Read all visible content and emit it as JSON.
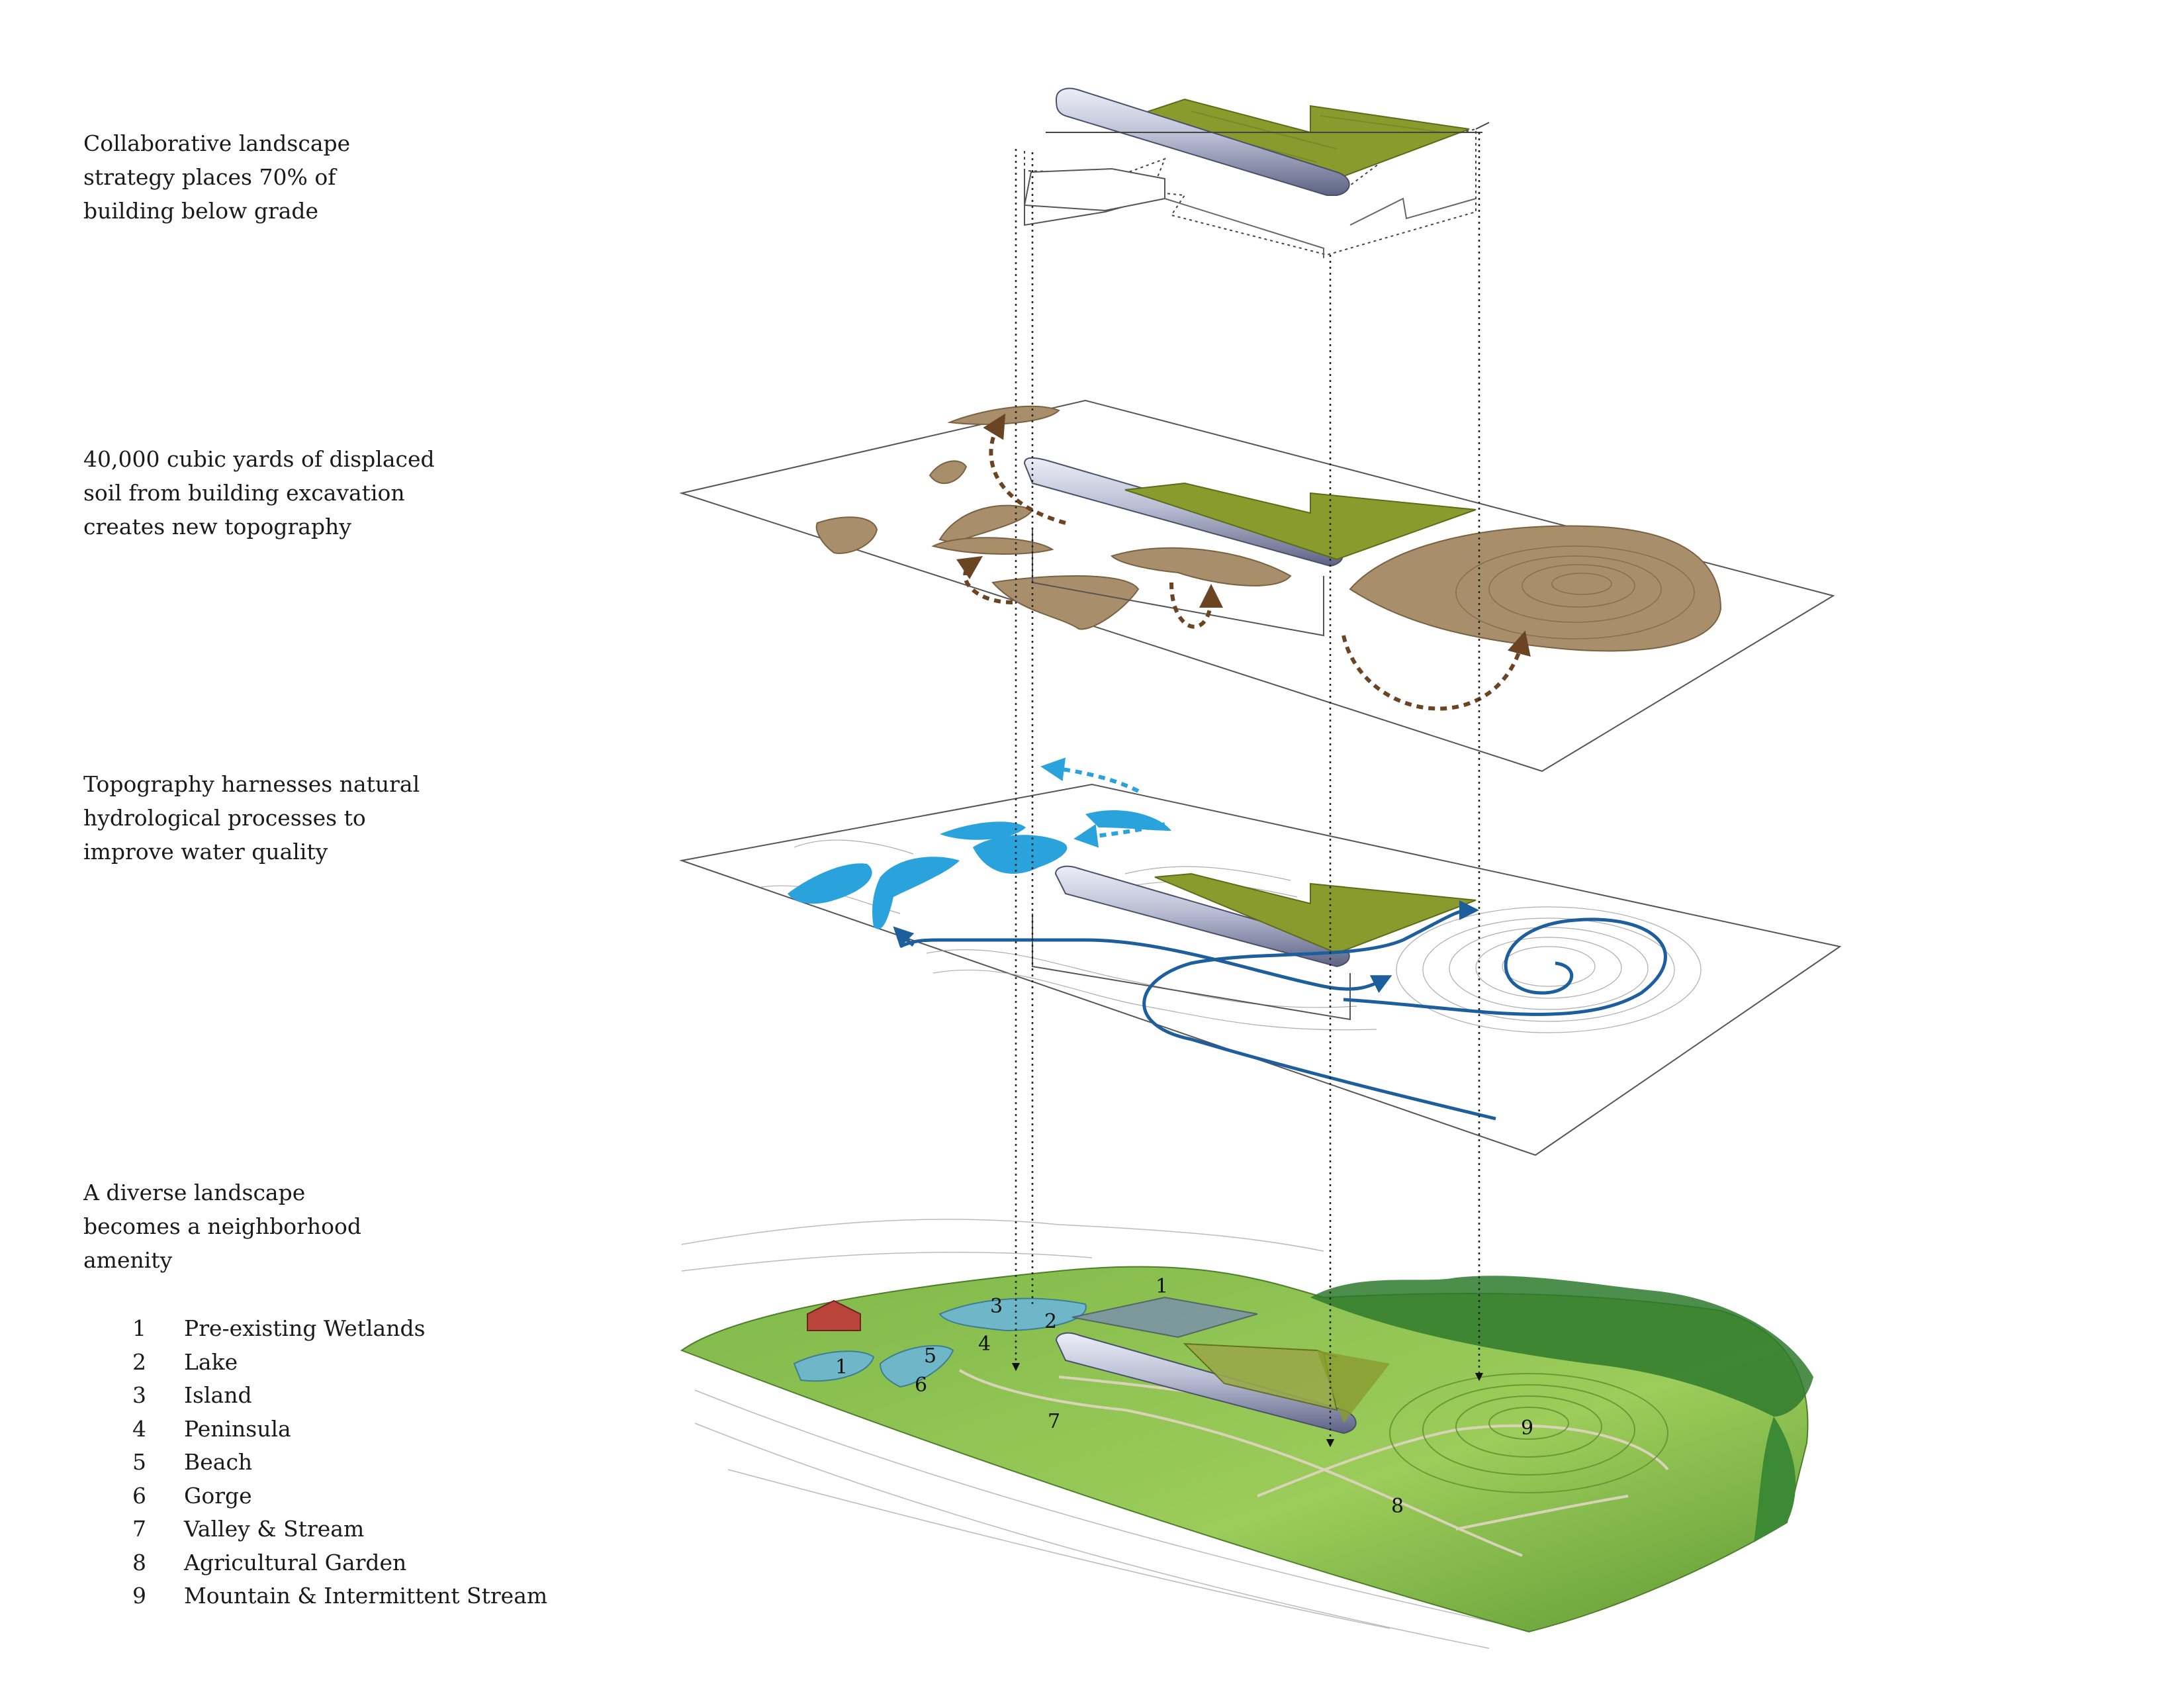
{
  "captions": {
    "building": [
      "Collaborative landscape",
      "strategy places 70% of",
      "building below grade"
    ],
    "soil": [
      "40,000 cubic yards of displaced",
      "soil from building  excavation",
      "creates new topography"
    ],
    "hydrology": [
      "Topography harnesses natural",
      "hydrological processes to",
      "improve water quality"
    ],
    "landscape": [
      "A diverse landscape",
      "becomes a neighborhood",
      "amenity"
    ]
  },
  "legend": [
    {
      "num": "1",
      "label": "Pre-existing Wetlands"
    },
    {
      "num": "2",
      "label": "Lake"
    },
    {
      "num": "3",
      "label": "Island"
    },
    {
      "num": "4",
      "label": "Peninsula"
    },
    {
      "num": "5",
      "label": "Beach"
    },
    {
      "num": "6",
      "label": "Gorge"
    },
    {
      "num": "7",
      "label": "Valley & Stream"
    },
    {
      "num": "8",
      "label": "Agricultural Garden"
    },
    {
      "num": "9",
      "label": "Mountain & Intermittent Stream"
    }
  ],
  "map_labels": [
    "1",
    "2",
    "3",
    "4",
    "5",
    "6",
    "7",
    "8",
    "9",
    "1"
  ],
  "colors": {
    "roof_green": "#8a9b2e",
    "soil_brown": "#a88e6b",
    "arrow_brown": "#6b4423",
    "water_blue": "#2aa3dd",
    "flow_blue": "#1d5f9c",
    "land_green": "#6fae3a"
  }
}
